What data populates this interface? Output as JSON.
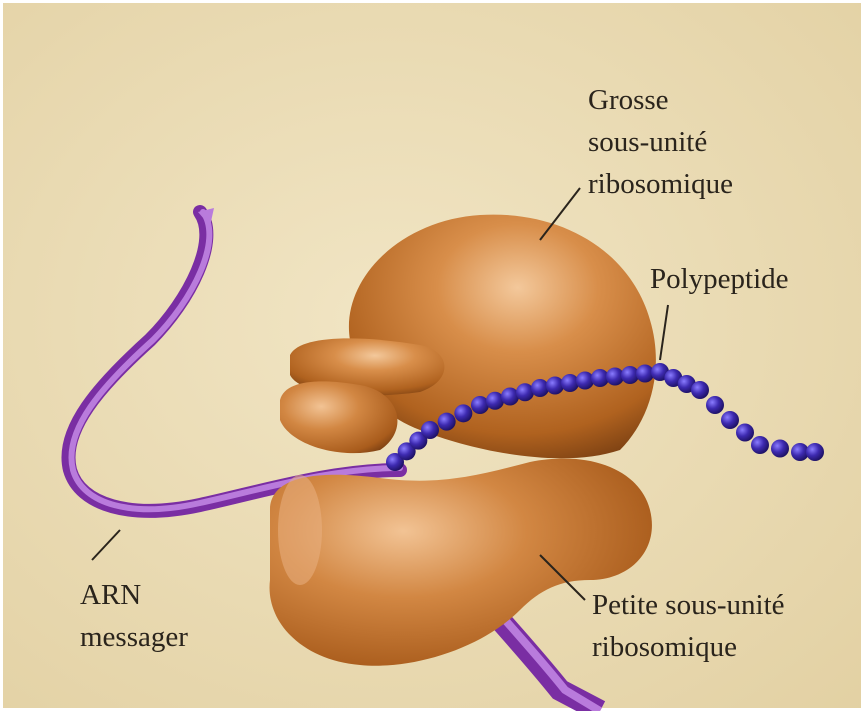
{
  "labels": {
    "large_subunit": [
      "Grosse",
      "sous-unité",
      "ribosomique"
    ],
    "polypeptide": "Polypeptide",
    "mrna": [
      "ARN",
      "messager"
    ],
    "small_subunit": [
      "Petite sous-unité",
      "ribosomique"
    ]
  },
  "colors": {
    "background": "#ecdeb8",
    "ribosome": "#c8772e",
    "ribbon": "#8d3fb3",
    "beads": "#3a2a9c"
  }
}
